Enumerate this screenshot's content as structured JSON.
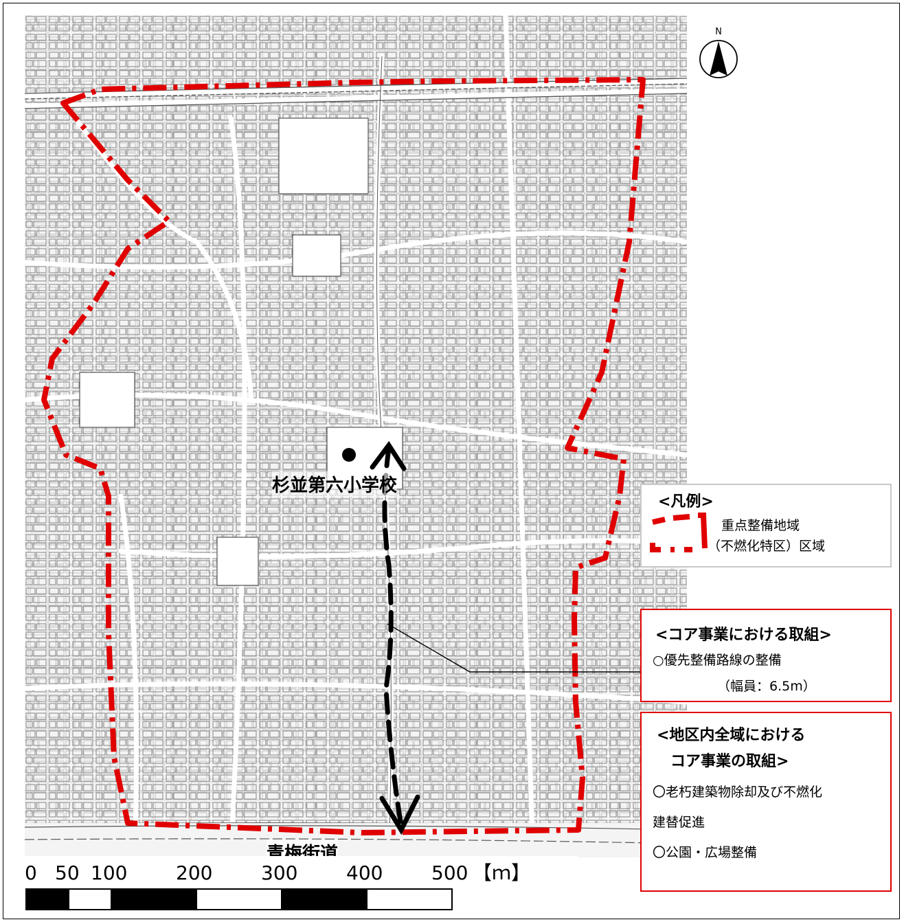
{
  "north_label": "N",
  "school_label": "杉並第六小学校",
  "road_label": "青梅街道",
  "legend": {
    "title": "<凡例>",
    "line1": "重点整備地域",
    "line2": "（不燃化特区）区域",
    "color": "#e00000"
  },
  "core_box": {
    "title": "<コア事業における取組>",
    "item": "○優先整備路線の整備",
    "detail": "（幅員：6.5m）"
  },
  "area_box": {
    "title_line1": "<地区内全域における",
    "title_line2": "コア事業の取組>",
    "item1_line1": "〇老朽建築物除却及び不燃化",
    "item1_line2": "建替促進",
    "item2": "〇公園・広場整備"
  },
  "scale": {
    "labels": [
      "0",
      "50",
      "100",
      "200",
      "300",
      "400",
      "500"
    ],
    "unit": "【ｍ】"
  },
  "colors": {
    "boundary": "#e00000",
    "route": "#000000",
    "map_lines": "#555555"
  }
}
